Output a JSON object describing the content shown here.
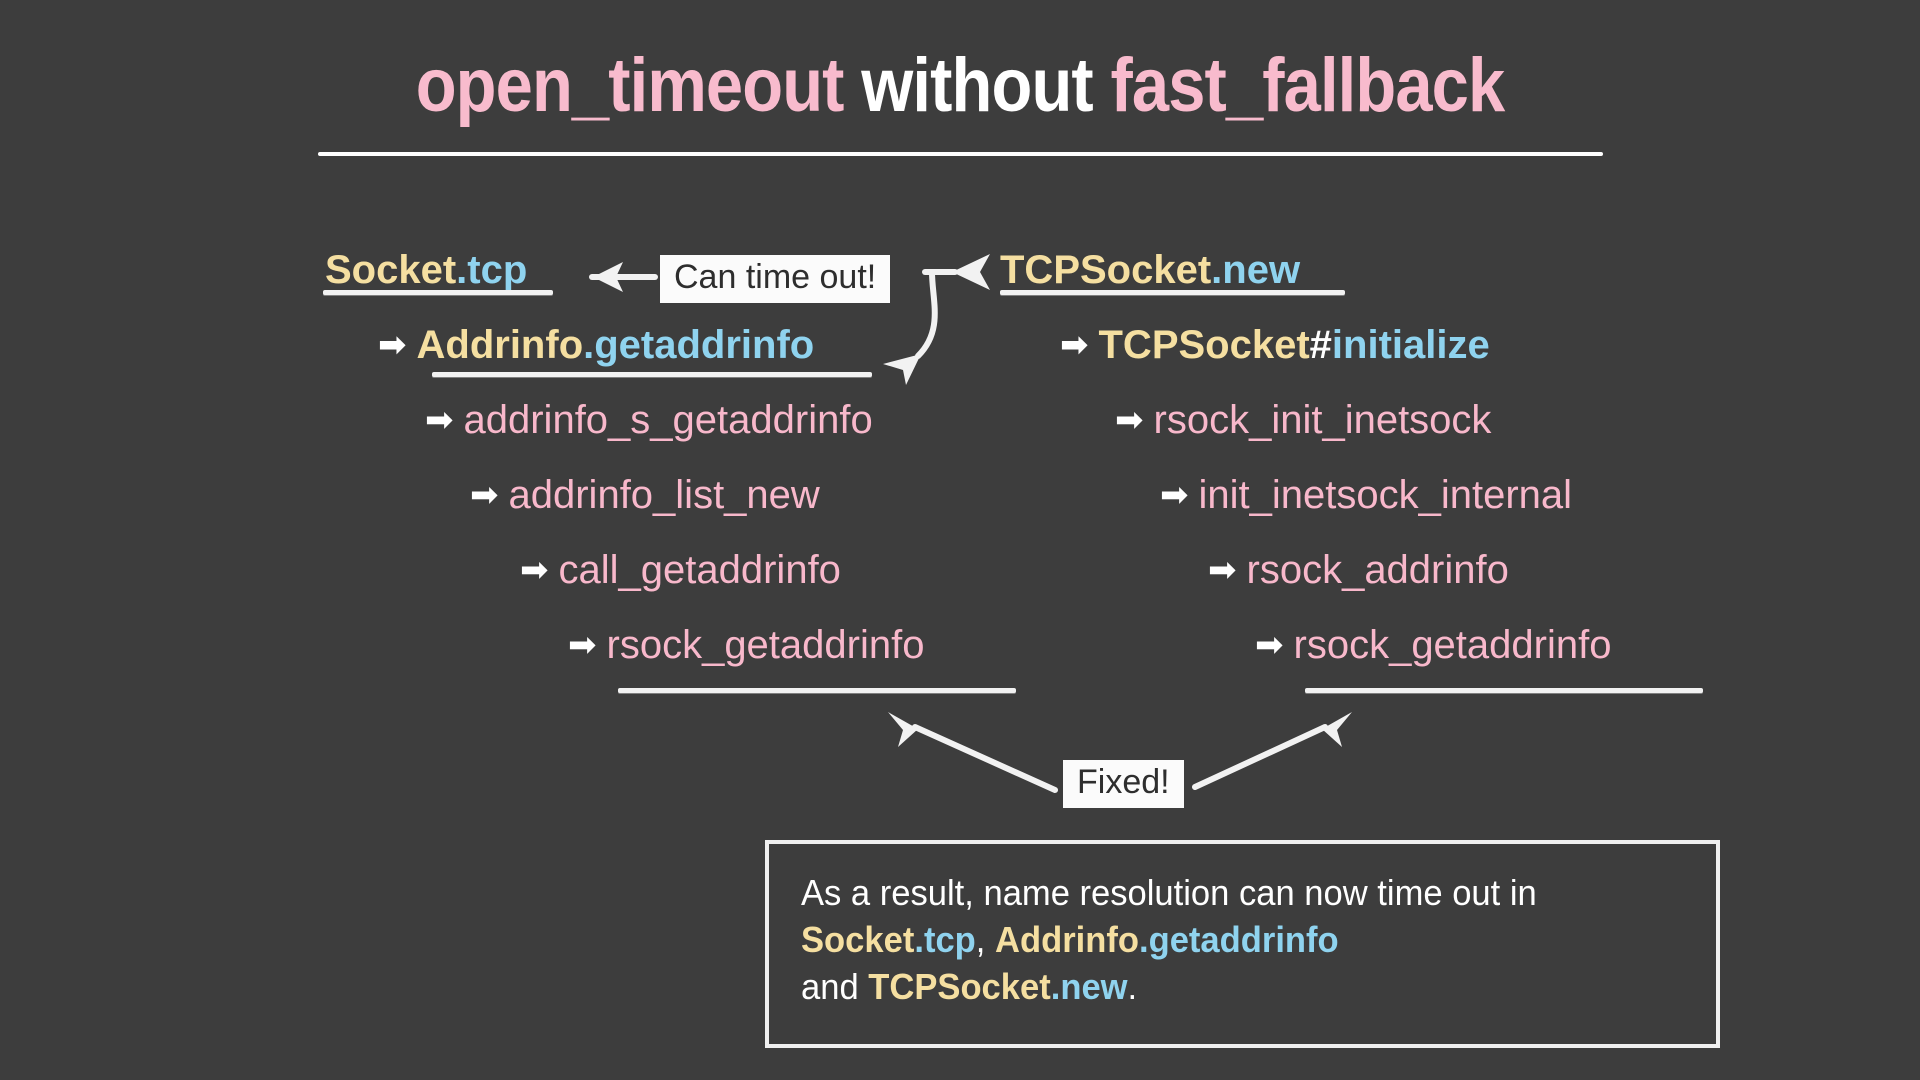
{
  "slide": {
    "background_color": "#3d3d3d",
    "title": {
      "part1": "open_timeout",
      "part2": " without ",
      "part3": "fast_fallback"
    }
  },
  "colors": {
    "pink": "#f8bbcd",
    "yellow": "#f5dfa1",
    "blue": "#8fd3ef",
    "white": "#ffffff",
    "background": "#3d3d3d",
    "callout_bg": "#fbfbfb",
    "callout_text": "#2e2e2e"
  },
  "callouts": {
    "can_time_out": "Can time out!",
    "fixed": "Fixed!"
  },
  "left_stack": [
    {
      "arrow": "",
      "receiver": "Socket",
      "sep": ".",
      "method": "tcp",
      "style": "yellow-blue",
      "underlined": true
    },
    {
      "arrow": "➡",
      "receiver": "Addrinfo",
      "sep": ".",
      "method": "getaddrinfo",
      "style": "yellow-blue",
      "underlined": true
    },
    {
      "arrow": "➡",
      "text": "addrinfo_s_getaddrinfo",
      "style": "pink",
      "underlined": false
    },
    {
      "arrow": "➡",
      "text": "addrinfo_list_new",
      "style": "pink",
      "underlined": false
    },
    {
      "arrow": "➡",
      "text": "call_getaddrinfo",
      "style": "pink",
      "underlined": false
    },
    {
      "arrow": "➡",
      "text": "rsock_getaddrinfo",
      "style": "pink",
      "underlined": true
    }
  ],
  "right_stack": [
    {
      "arrow": "",
      "receiver": "TCPSocket",
      "sep": ".",
      "method": "new",
      "style": "yellow-blue",
      "underlined": true
    },
    {
      "arrow": "➡",
      "receiver": "TCPSocket",
      "sep": "#",
      "method": "initialize",
      "style": "yellow-white-blue",
      "underlined": false
    },
    {
      "arrow": "➡",
      "text": "rsock_init_inetsock",
      "style": "pink",
      "underlined": false
    },
    {
      "arrow": "➡",
      "text": "init_inetsock_internal",
      "style": "pink",
      "underlined": false
    },
    {
      "arrow": "➡",
      "text": "rsock_addrinfo",
      "style": "pink",
      "underlined": false
    },
    {
      "arrow": "➡",
      "text": "rsock_getaddrinfo",
      "style": "pink",
      "underlined": true
    }
  ],
  "note": {
    "line1": "As a result, name resolution can now time out in",
    "line2_a": "Socket",
    "line2_b": ".tcp",
    "line2_c": ", ",
    "line2_d": "Addrinfo",
    "line2_e": ".getaddrinfo",
    "line3_a": "and ",
    "line3_b": "TCPSocket",
    "line3_c": ".new",
    "line3_d": "."
  }
}
